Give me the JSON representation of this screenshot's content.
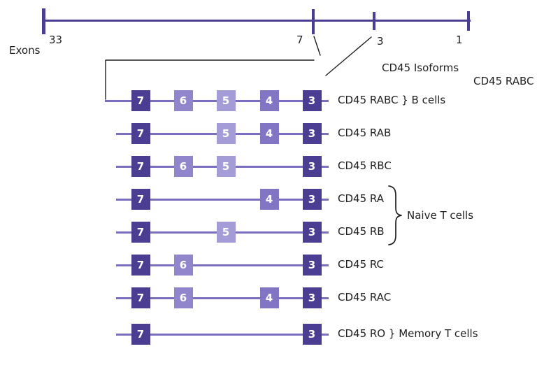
{
  "diagram_title": "CD45 Isoforms",
  "corner_label": "CD45 RABC",
  "ruler": {
    "axis_label": "Exons",
    "ticks": [
      "33",
      "7",
      "3",
      "1"
    ]
  },
  "colors": {
    "constant_exon": "#4b3e92",
    "exon6": "#9186cb",
    "exon5": "#a49cd6",
    "exon4": "#8175c4",
    "backbone_line": "#7a6ec0",
    "ruler": "#4b3e92",
    "text": "#1f1f1f"
  },
  "isoforms": [
    {
      "exons": [
        7,
        6,
        5,
        4,
        3
      ],
      "label": "CD45 RABC",
      "note": "} B cells"
    },
    {
      "exons": [
        7,
        5,
        4,
        3
      ],
      "label": "CD45 RAB",
      "note": ""
    },
    {
      "exons": [
        7,
        6,
        5,
        3
      ],
      "label": "CD45 RBC",
      "note": ""
    },
    {
      "exons": [
        7,
        4,
        3
      ],
      "label": "CD45 RA",
      "note": ""
    },
    {
      "exons": [
        7,
        5,
        3
      ],
      "label": "CD45 RB",
      "note": ""
    },
    {
      "exons": [
        7,
        6,
        3
      ],
      "label": "CD45 RC",
      "note": ""
    },
    {
      "exons": [
        7,
        6,
        4,
        3
      ],
      "label": "CD45 RAC",
      "note": ""
    },
    {
      "exons": [
        7,
        3
      ],
      "label": "CD45 RO",
      "note": "} Memory T cells"
    }
  ],
  "brace_group": {
    "label": "Naive T cells",
    "isoforms": [
      "CD45 RA",
      "CD45 RB"
    ]
  }
}
